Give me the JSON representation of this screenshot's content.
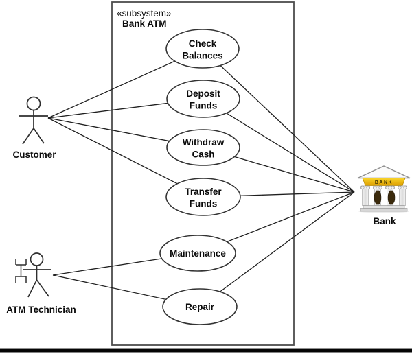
{
  "diagram": {
    "type": "uml-use-case-diagram",
    "subsystem": {
      "stereotype": "«subsystem»",
      "name": "Bank ATM"
    },
    "use_cases": [
      {
        "id": "check-balances",
        "label_line1": "Check",
        "label_line2": "Balances"
      },
      {
        "id": "deposit-funds",
        "label_line1": "Deposit",
        "label_line2": "Funds"
      },
      {
        "id": "withdraw-cash",
        "label_line1": "Withdraw",
        "label_line2": "Cash"
      },
      {
        "id": "transfer-funds",
        "label_line1": "Transfer",
        "label_line2": "Funds"
      },
      {
        "id": "maintenance",
        "label": "Maintenance"
      },
      {
        "id": "repair",
        "label": "Repair"
      }
    ],
    "actors": [
      {
        "id": "customer",
        "label": "Customer",
        "representation": "stick-figure"
      },
      {
        "id": "atm-technician",
        "label": "ATM Technician",
        "representation": "stick-figure-with-tool"
      },
      {
        "id": "bank",
        "label": "Bank",
        "representation": "bank-building-icon",
        "icon_text": "BANK"
      }
    ],
    "associations": [
      {
        "from": "Customer",
        "to": "Check Balances"
      },
      {
        "from": "Customer",
        "to": "Deposit Funds"
      },
      {
        "from": "Customer",
        "to": "Withdraw Cash"
      },
      {
        "from": "Customer",
        "to": "Transfer Funds"
      },
      {
        "from": "ATM Technician",
        "to": "Maintenance"
      },
      {
        "from": "ATM Technician",
        "to": "Repair"
      },
      {
        "from": "Bank",
        "to": "Check Balances"
      },
      {
        "from": "Bank",
        "to": "Deposit Funds"
      },
      {
        "from": "Bank",
        "to": "Withdraw Cash"
      },
      {
        "from": "Bank",
        "to": "Transfer Funds"
      },
      {
        "from": "Bank",
        "to": "Maintenance"
      },
      {
        "from": "Bank",
        "to": "Repair"
      }
    ],
    "colors": {
      "association_line": "#1f1f1f",
      "shape_stroke": "#333333",
      "boundary_stroke": "#4d4d4d",
      "bank_pediment_gold": "#f3c200",
      "bank_vase_brown": "#3b2a0c",
      "bottom_bar": "#050505"
    }
  }
}
